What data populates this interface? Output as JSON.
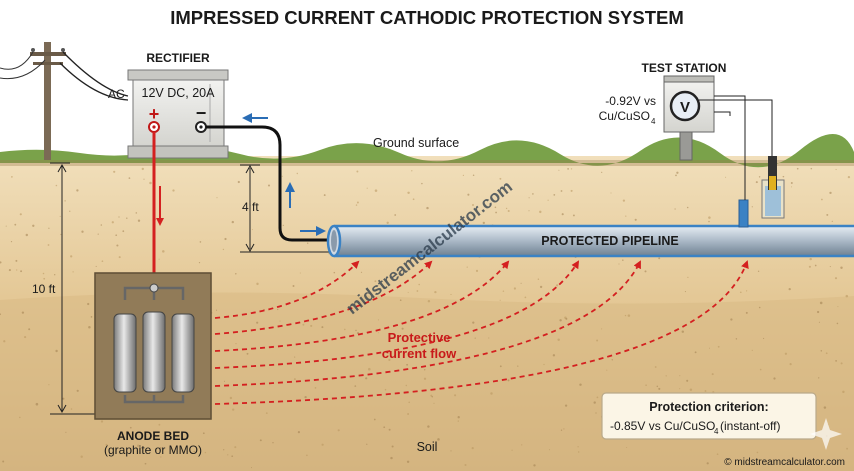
{
  "title": "IMPRESSED CURRENT CATHODIC PROTECTION SYSTEM",
  "rectifier": {
    "label": "RECTIFIER",
    "ac_label": "AC",
    "rating": "12V DC, 20A",
    "plus": "+",
    "minus": "−"
  },
  "test_station": {
    "label": "TEST STATION",
    "reading_line1": "-0.92V vs",
    "reading_line2": "Cu/CuSO",
    "reading_sub": "4",
    "meter_symbol": "V"
  },
  "ground_surface_label": "Ground surface",
  "depth_pipe": "4 ft",
  "depth_anode": "10 ft",
  "pipeline_label": "PROTECTED PIPELINE",
  "current_label_line1": "Protective",
  "current_label_line2": "current flow",
  "anode_bed": {
    "label": "ANODE BED",
    "sublabel": "(graphite or MMO)"
  },
  "soil_label": "Soil",
  "criterion": {
    "title": "Protection criterion:",
    "text_a": "-0.85V vs Cu/CuSO",
    "text_sub": "4",
    "text_b": " (instant-off)"
  },
  "watermark": "midstreamcalculator.com",
  "copyright": "© midstreamcalculator.com",
  "colors": {
    "current_red": "#d42020",
    "flow_blue": "#2a6db5",
    "pipe_blue": "#3b82c4",
    "soil_light": "#ecd7ae",
    "soil_dark": "#d2b27e",
    "grass": "#7aa24a"
  }
}
